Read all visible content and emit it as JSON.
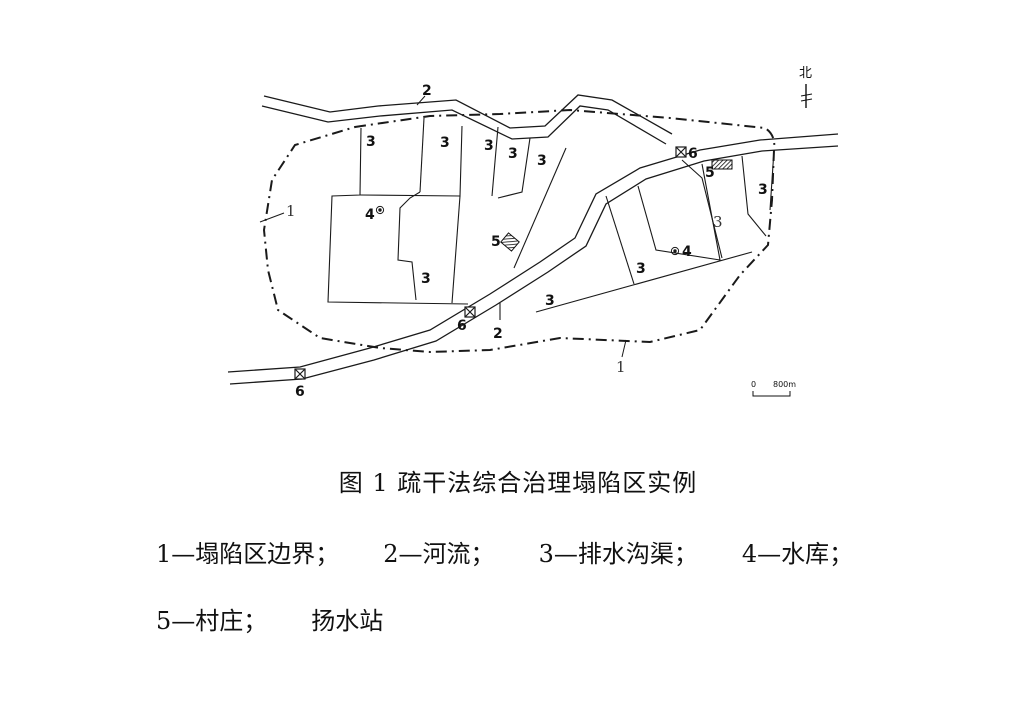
{
  "figure": {
    "caption": "图 1  疏干法综合治理塌陷区实例",
    "legend_row1": [
      "1—塌陷区边界；",
      "2—河流；",
      "3—排水沟渠；",
      "4—水库；"
    ],
    "legend_row2": [
      "5—村庄；",
      "扬水站"
    ]
  },
  "map_labels": {
    "boundary": "1",
    "river": "2",
    "ditch": "3",
    "reservoir": "4",
    "village": "5",
    "pump": "6",
    "north": "北",
    "scale_start": "0",
    "scale_end": "800m"
  },
  "colors": {
    "line": "#1a1a1a",
    "fill": "#ffffff"
  }
}
